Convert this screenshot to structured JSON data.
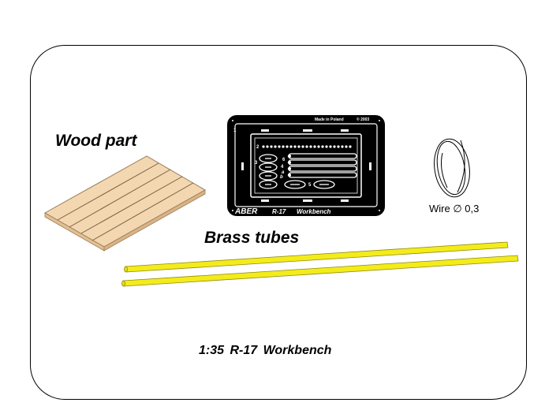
{
  "labels": {
    "wood_part": "Wood part",
    "brass_tubes": "Brass tubes",
    "wire": "Wire ∅ 0,3",
    "footer": "1:35  R-17    Workbench"
  },
  "fret": {
    "made_in": "Made in Poland",
    "copyright": "© 2003",
    "brand": "ABER",
    "code": "R-17",
    "name": "Workbench",
    "part_numbers": [
      "1",
      "2",
      "3",
      "4",
      "5",
      "6",
      "a",
      "b"
    ]
  },
  "colors": {
    "background": "#ffffff",
    "wood": "#f3d7b0",
    "brass": "#f3ec1a",
    "fret": "#000000",
    "wire": "#000000"
  }
}
